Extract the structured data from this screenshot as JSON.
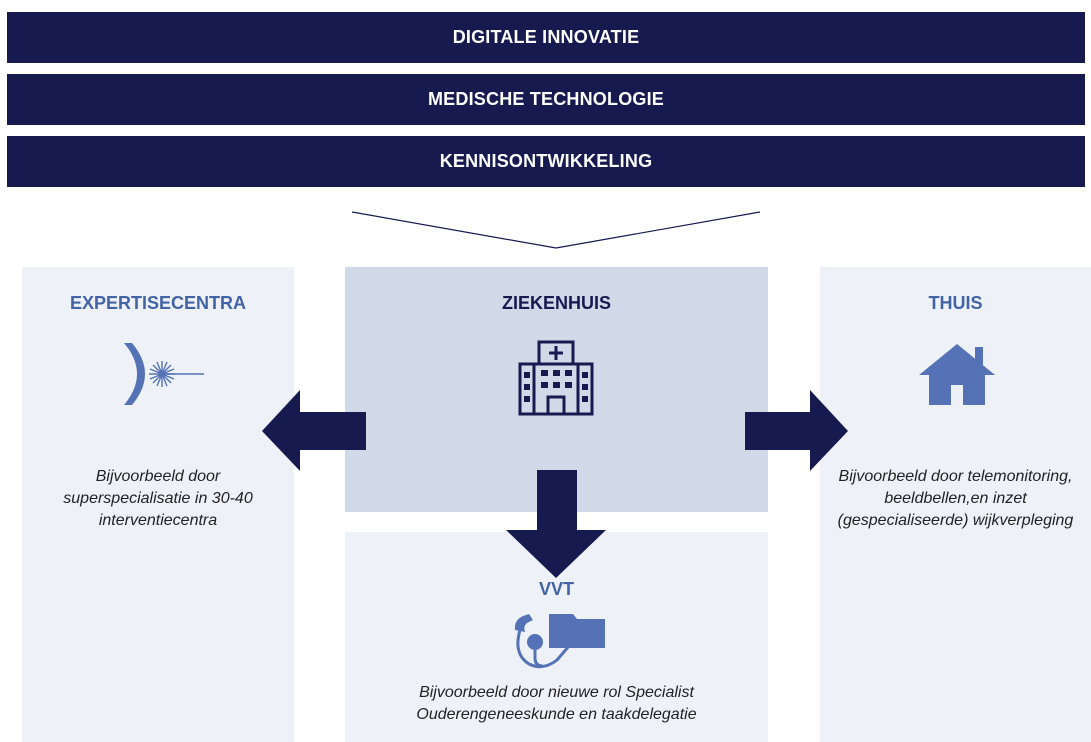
{
  "banners": [
    {
      "label": "DIGITALE INNOVATIE"
    },
    {
      "label": "MEDISCHE TECHNOLOGIE"
    },
    {
      "label": "KENNISONTWIKKELING"
    }
  ],
  "panels": {
    "expertisecentra": {
      "title": "EXPERTISECENTRA",
      "icon": "laser-icon",
      "description": "Bijvoorbeeld door superspecialisatie in 30-40 interventiecentra"
    },
    "ziekenhuis": {
      "title": "ZIEKENHUIS",
      "icon": "hospital-icon"
    },
    "vvt": {
      "title": "VVT",
      "icon": "blood-pressure-icon",
      "description": "Bijvoorbeeld door nieuwe rol Specialist Ouderengeneeskunde en taakdelegatie"
    },
    "thuis": {
      "title": "THUIS",
      "icon": "house-icon",
      "description": "Bijvoorbeeld door telemonitoring, beeldbellen,en inzet (gespecialiseerde) wijkverpleging"
    }
  },
  "colors": {
    "navy": "#161a4f",
    "accent_blue": "#4364a4",
    "icon_blue": "#5472b5",
    "panel_light": "#eef1f8",
    "panel_center": "#d0d9e8"
  }
}
